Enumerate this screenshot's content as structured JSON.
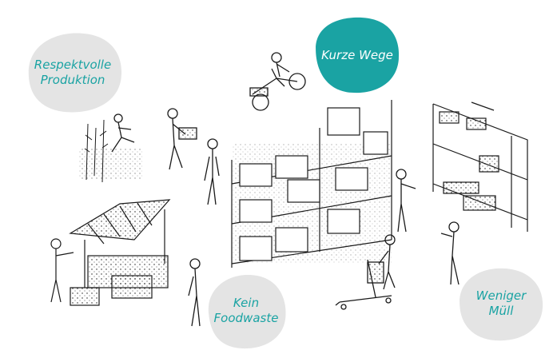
{
  "labels": {
    "respektvolle": "Respektvolle\nProduktion",
    "kurze_wege": "Kurze Wege",
    "foodwaste": "Kein\nFoodwaste",
    "muell": "Weniger\nMüll"
  },
  "colors": {
    "teal": "#1aa3a3",
    "light_gray": "#e4e4e4",
    "ink": "#1a1a1a"
  },
  "icons": [
    "bicycle-cargo-icon",
    "market-stall-icon",
    "shelf-icon",
    "hand-truck-icon",
    "person-icon"
  ]
}
